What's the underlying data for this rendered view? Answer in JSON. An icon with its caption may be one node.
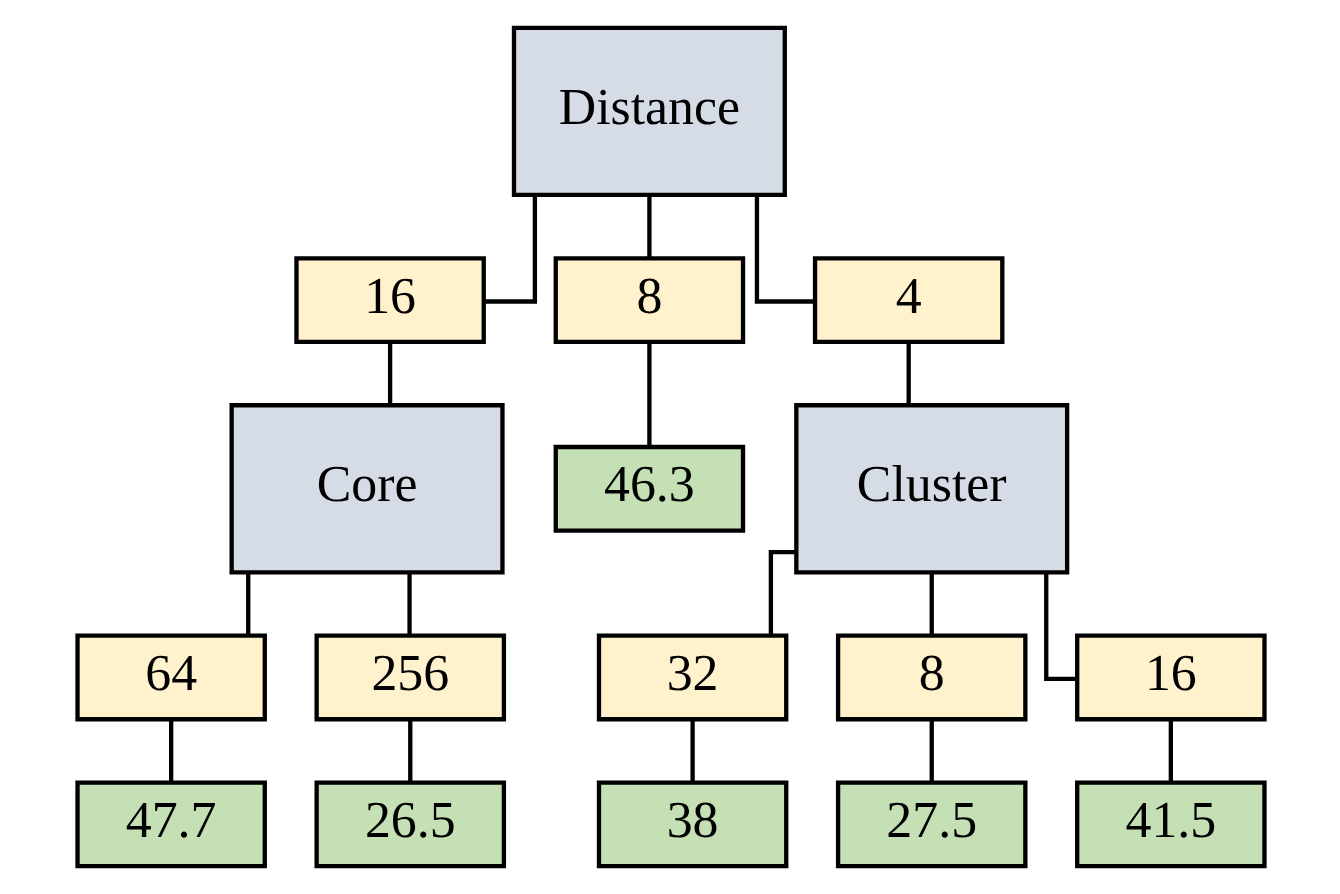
{
  "diagram": {
    "nodes": [
      {
        "text": [
          "Distance"
        ]
      },
      {
        "text": [
          "16"
        ]
      },
      {
        "text": [
          "8"
        ]
      },
      {
        "text": [
          "4"
        ]
      },
      {
        "text": [
          "Core"
        ]
      },
      {
        "text": [
          "46.3"
        ]
      },
      {
        "text": [
          "Cluster"
        ]
      },
      {
        "text": [
          "64"
        ]
      },
      {
        "text": [
          "256"
        ]
      },
      {
        "text": [
          "32"
        ]
      },
      {
        "text": [
          "8"
        ]
      },
      {
        "text": [
          "16"
        ]
      },
      {
        "text": [
          "47.7"
        ]
      },
      {
        "text": [
          "26.5"
        ]
      },
      {
        "text": [
          "38"
        ]
      },
      {
        "text": [
          "27.5"
        ]
      },
      {
        "text": [
          "41.5"
        ]
      }
    ],
    "edges": [
      {
        "from": 0,
        "to": 1,
        "arrow": "none"
      },
      {
        "from": 0,
        "to": 2,
        "arrow": "none"
      },
      {
        "from": 0,
        "to": 3,
        "arrow": "none"
      },
      {
        "from": 1,
        "to": 4,
        "arrow": "none"
      },
      {
        "from": 2,
        "to": 5,
        "arrow": "none"
      },
      {
        "from": 3,
        "to": 6,
        "arrow": "none"
      },
      {
        "from": 4,
        "to": 7,
        "arrow": "none"
      },
      {
        "from": 4,
        "to": 8,
        "arrow": "none"
      },
      {
        "from": 6,
        "to": 9,
        "arrow": "none"
      },
      {
        "from": 6,
        "to": 10,
        "arrow": "none"
      },
      {
        "from": 6,
        "to": 11,
        "arrow": "none"
      },
      {
        "from": 7,
        "to": 12,
        "arrow": "none"
      },
      {
        "from": 8,
        "to": 13,
        "arrow": "none"
      },
      {
        "from": 9,
        "to": 14,
        "arrow": "none"
      },
      {
        "from": 10,
        "to": 15,
        "arrow": "none"
      },
      {
        "from": 11,
        "to": 16,
        "arrow": "none"
      }
    ]
  }
}
